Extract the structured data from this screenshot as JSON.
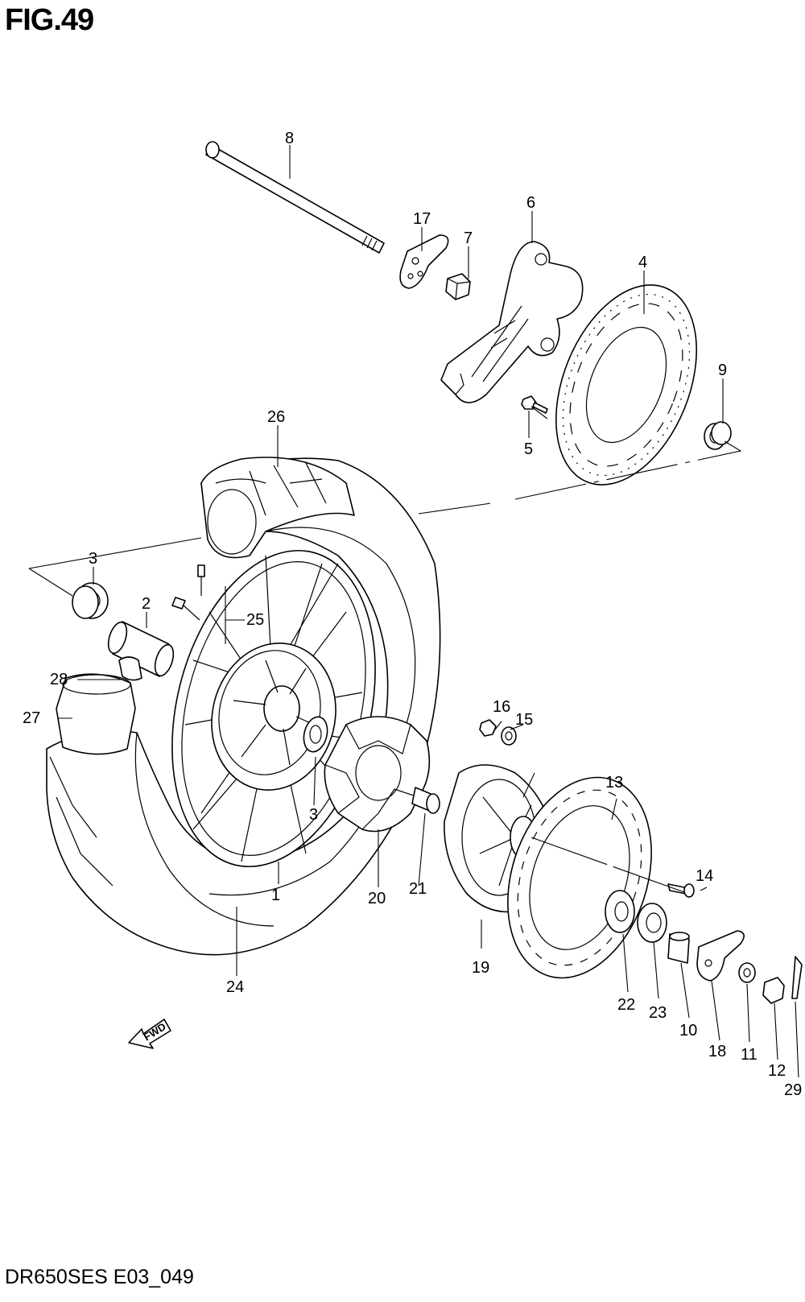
{
  "figure_title": "FIG.49",
  "footer_code": "DR650SES E03_049",
  "fwd_label": "FWD",
  "callouts": {
    "c1": "1",
    "c2": "2",
    "c3a": "3",
    "c3b": "3",
    "c4": "4",
    "c5": "5",
    "c6": "6",
    "c7": "7",
    "c8": "8",
    "c9": "9",
    "c10": "10",
    "c11": "11",
    "c12": "12",
    "c13": "13",
    "c14": "14",
    "c15": "15",
    "c16": "16",
    "c17": "17",
    "c18": "18",
    "c19": "19",
    "c20": "20",
    "c21": "21",
    "c22": "22",
    "c23": "23",
    "c24": "24",
    "c25": "25",
    "c26": "26",
    "c27": "27",
    "c28": "28",
    "c29": "29"
  }
}
